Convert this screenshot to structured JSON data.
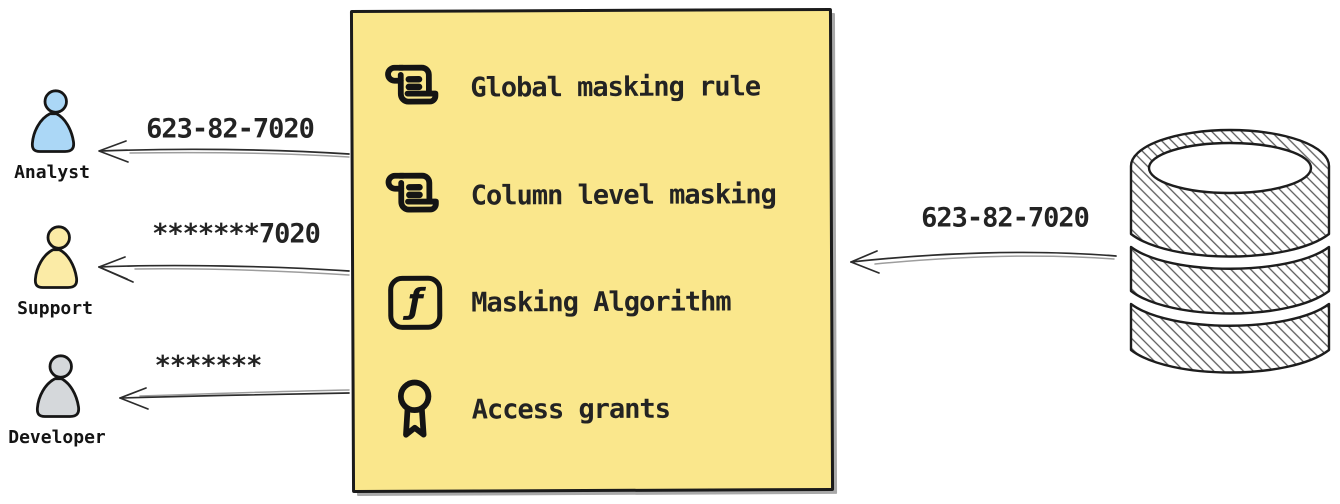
{
  "users": [
    {
      "name": "Analyst",
      "received_value": "623-82-7020",
      "fill": "#ABD7F6"
    },
    {
      "name": "Support",
      "received_value": "*******7020",
      "fill": "#FBEBA6"
    },
    {
      "name": "Developer",
      "received_value": "*******",
      "fill": "#D5D8DB"
    }
  ],
  "masking_box": {
    "fill": "#FAE78C",
    "border_color": "#1b1b1b",
    "items": [
      {
        "icon": "scroll-icon",
        "label": "Global masking rule"
      },
      {
        "icon": "scroll-icon",
        "label": "Column level masking"
      },
      {
        "icon": "function-icon",
        "label": "Masking Algorithm"
      },
      {
        "icon": "award-icon",
        "label": "Access grants"
      }
    ]
  },
  "database": {
    "icon": "database-icon",
    "outgoing_value": "623-82-7020"
  }
}
